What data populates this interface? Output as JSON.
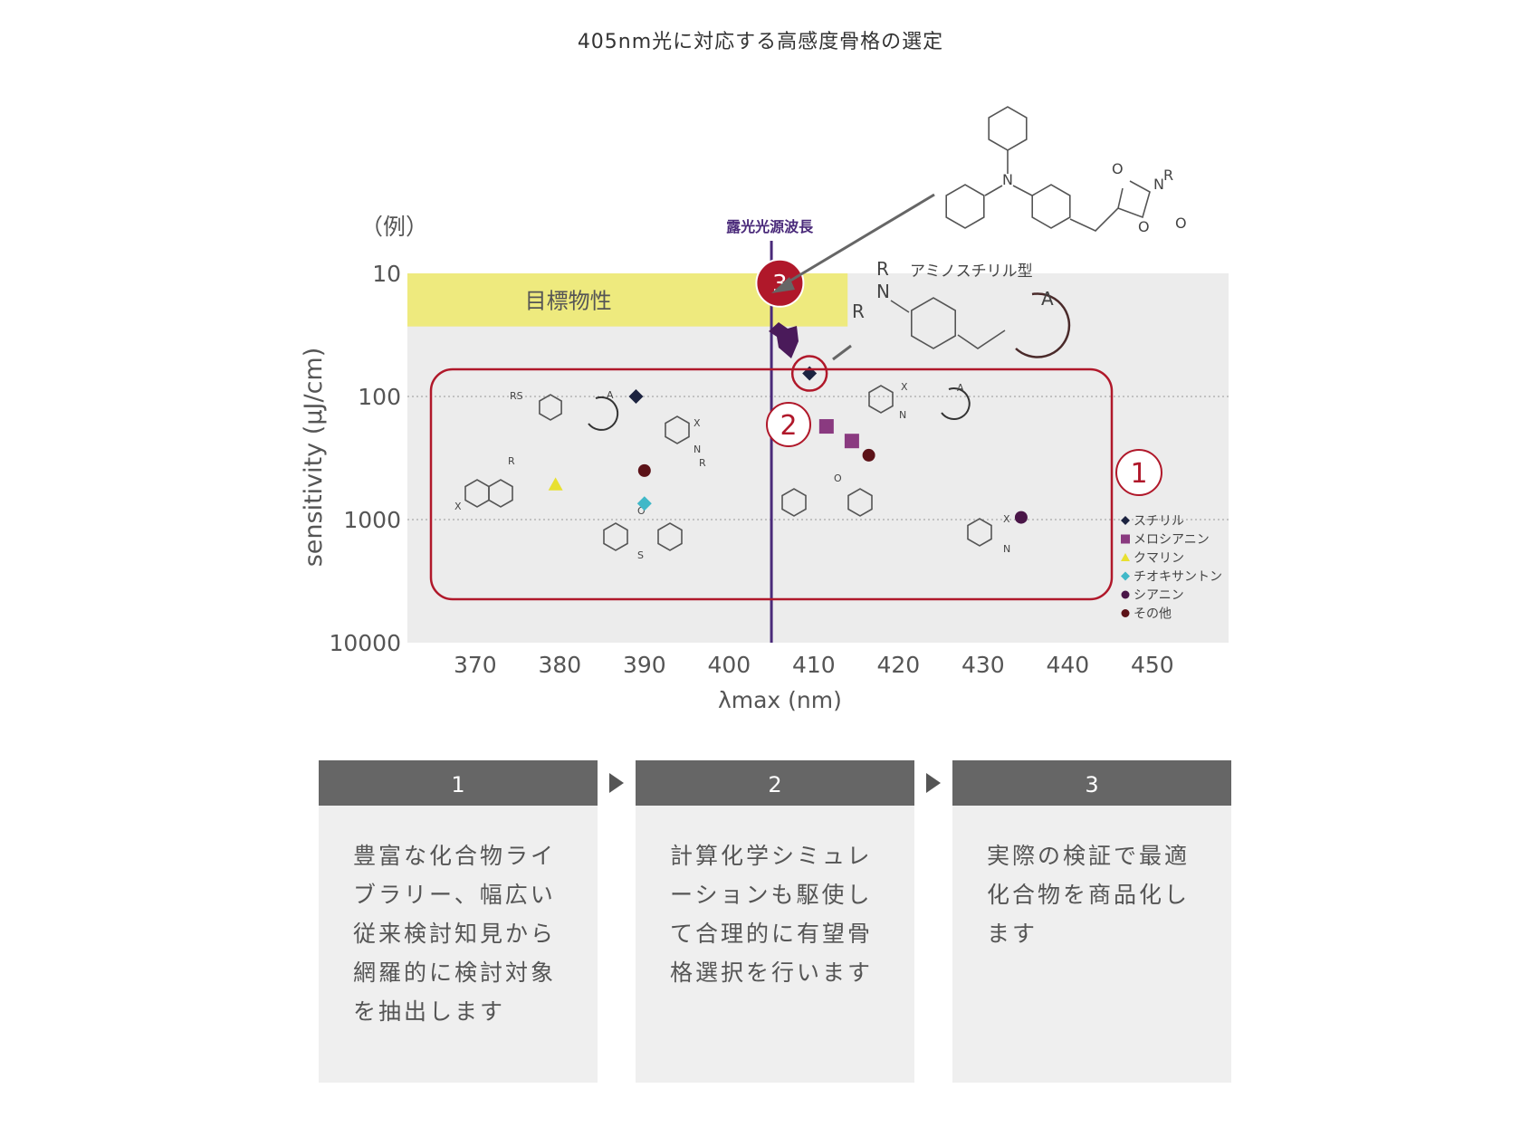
{
  "title": "405nm光に対応する高感度骨格の選定",
  "chart_data": {
    "type": "scatter",
    "example_label": "（例）",
    "xlabel": "λmax (nm)",
    "ylabel": "sensitivity (μJ/cm)",
    "x_ticks": [
      370,
      380,
      390,
      400,
      410,
      420,
      430,
      440,
      450
    ],
    "y_ticks": [
      10,
      100,
      1000,
      10000
    ],
    "y_tick_labels": [
      "10",
      "100",
      "1000",
      "10000"
    ],
    "xlim": [
      362,
      459
    ],
    "ylim": [
      10000,
      10
    ],
    "y_scale": "log (inverted)",
    "grid_lines_y": [
      100,
      1000
    ],
    "light_source_label": "露光光源波長",
    "light_source_nm": 405,
    "target_label": "目標物性",
    "target_range": {
      "x": [
        362,
        414
      ],
      "y": [
        10,
        27
      ]
    },
    "marker_labels": {
      "one": "1",
      "two": "2",
      "three": "3"
    },
    "legend_position": "right",
    "legend": [
      {
        "name": "スチリル",
        "marker": "diamond",
        "color": "#1c2340"
      },
      {
        "name": "メロシアニン",
        "marker": "square",
        "color": "#8a3a80"
      },
      {
        "name": "クマリン",
        "marker": "triangle",
        "color": "#e8e030"
      },
      {
        "name": "チオキサントン",
        "marker": "diamond",
        "color": "#40b8c8"
      },
      {
        "name": "シアニン",
        "marker": "circle",
        "color": "#4a1648"
      },
      {
        "name": "その他",
        "marker": "circle",
        "color": "#5c1218"
      }
    ],
    "points": [
      {
        "series": "スチリル",
        "x": 389,
        "y": 100
      },
      {
        "series": "スチリル",
        "x": 409.5,
        "y": 65
      },
      {
        "series": "メロシアニン",
        "x": 411.5,
        "y": 175
      },
      {
        "series": "メロシアニン",
        "x": 414.5,
        "y": 230
      },
      {
        "series": "クマリン",
        "x": 379.5,
        "y": 520
      },
      {
        "series": "チオキサントン",
        "x": 390,
        "y": 740
      },
      {
        "series": "シアニン",
        "x": 434.5,
        "y": 960
      },
      {
        "series": "その他",
        "x": 390,
        "y": 400
      },
      {
        "series": "その他",
        "x": 416.5,
        "y": 300
      },
      {
        "series": "スチリル",
        "x": 406,
        "y": 12,
        "label": "3"
      }
    ],
    "structure_labels": {
      "amino_styryl": "アミノスチリル型",
      "R": "R",
      "A": "A",
      "X": "X",
      "N": "N",
      "O": "O",
      "S": "S",
      "RS": "RS"
    }
  },
  "steps": [
    {
      "num": "1",
      "text": "豊富な化合物ライブラリー、幅広い従来検討知見から網羅的に検討対象を抽出します"
    },
    {
      "num": "2",
      "text": "計算化学シミュレーションも駆使して合理的に有望骨格選択を行います"
    },
    {
      "num": "3",
      "text": "実際の検証で最適化合物を商品化します"
    }
  ]
}
